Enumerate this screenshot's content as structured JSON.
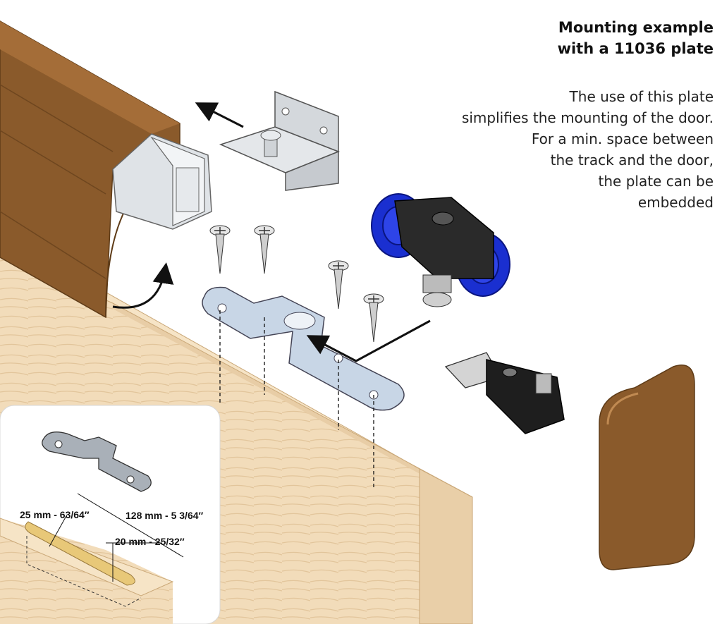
{
  "title": {
    "line1": "Mounting example",
    "line2": "with a 11036 plate"
  },
  "description": {
    "line1": "The use of this plate",
    "line2": "simplifies the mounting of the door.",
    "line3": "For a min. space between",
    "line4": "the track and the door,",
    "line5": "the plate can be",
    "line6": "embedded"
  },
  "inset": {
    "dimension_width": "25 mm - 63/64″",
    "dimension_length": "128 mm - 5 3/64″",
    "dimension_depth": "20 mm - 25/32″"
  },
  "colors": {
    "track_cover": "#8a5a2b",
    "door_wood": "#f0d8b4",
    "aluminium": "#d8dde2",
    "plate_steel": "#c8d6e6",
    "roller_wheels": "#1a2fd0",
    "roller_body": "#2a2a2a",
    "stopper_body": "#1e1e1e",
    "end_cap": "#8a5a2b"
  }
}
